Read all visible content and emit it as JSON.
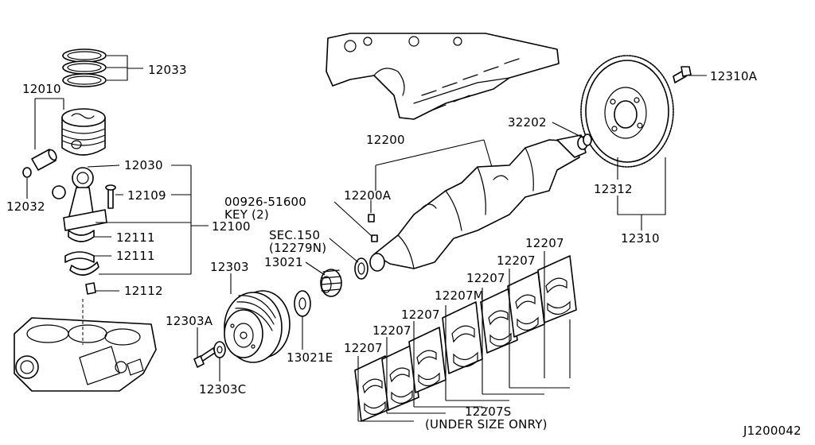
{
  "figure_id": "J1200042",
  "labels": {
    "piston_ring_set": "12033",
    "piston": "12010",
    "pin_snap_ring": "12032",
    "connecting_rod": "12030",
    "rod_bolt": "12109",
    "rod_assy": "12100",
    "rod_bearing_upper": "12111",
    "rod_bearing_lower": "12111",
    "rod_nut": "12112",
    "key_part": "00926-51600",
    "key_qty": "KEY (2)",
    "crankshaft_assy": "12200",
    "crank_key": "12200A",
    "sec_ref": "SEC.150",
    "sec_ref_part": "(12279N)",
    "sprocket": "13021",
    "washer": "13021E",
    "pulley": "12303",
    "pulley_bolt": "12303A",
    "pulley_washer": "12303C",
    "pilot_bushing": "32202",
    "flywheel": "12312",
    "flywheel_assy": "12310",
    "flywheel_bolt": "12310A",
    "main_bearing_1": "12207",
    "main_bearing_2": "12207",
    "main_bearing_3": "12207",
    "main_bearing_m": "12207M",
    "main_bearing_5": "12207",
    "main_bearing_6": "12207",
    "main_bearing_7": "12207",
    "bearing_set": "12207S",
    "bearing_note": "(UNDER SIZE ONRY)"
  }
}
